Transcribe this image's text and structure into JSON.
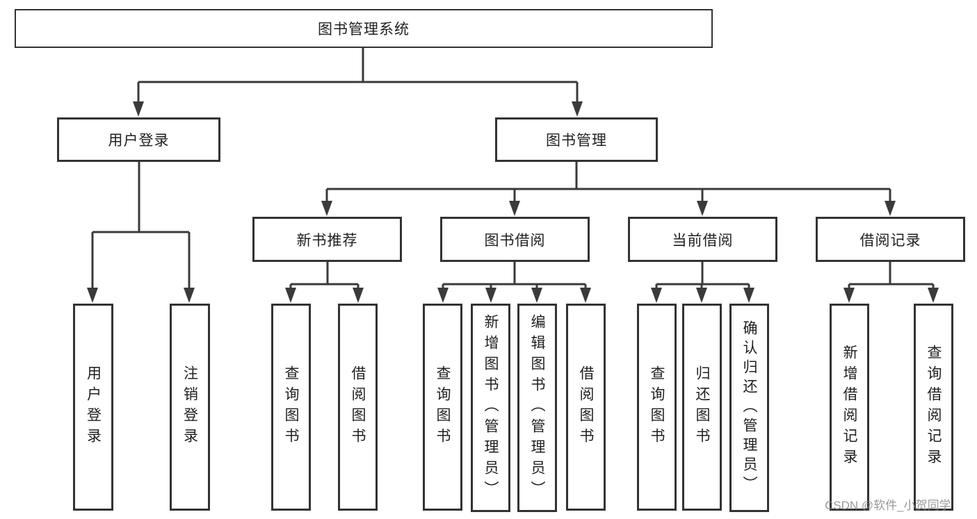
{
  "diagram": {
    "root": {
      "label": "图书管理系统",
      "children": [
        {
          "label": "用户登录",
          "children": [
            {
              "label": "用户登录"
            },
            {
              "label": "注销登录"
            }
          ]
        },
        {
          "label": "图书管理",
          "children": [
            {
              "label": "新书推荐",
              "children": [
                {
                  "label": "查询图书"
                },
                {
                  "label": "借阅图书"
                }
              ]
            },
            {
              "label": "图书借阅",
              "children": [
                {
                  "label": "查询图书"
                },
                {
                  "label": "新增图书（管理员）"
                },
                {
                  "label": "编辑图书（管理员）"
                },
                {
                  "label": "借阅图书"
                }
              ]
            },
            {
              "label": "当前借阅",
              "children": [
                {
                  "label": "查询图书"
                },
                {
                  "label": "归还图书"
                },
                {
                  "label": "确认归还（管理员）"
                }
              ]
            },
            {
              "label": "借阅记录",
              "children": [
                {
                  "label": "新增借阅记录"
                },
                {
                  "label": "查询借阅记录"
                }
              ]
            }
          ]
        }
      ]
    },
    "colors": {
      "line": "#3a3a3a",
      "border": "#333333",
      "text": "#1f1f1f",
      "watermark_text": "#878787",
      "background": "#ffffff"
    }
  },
  "watermark": {
    "text": "CSDN @软件_小贺同学"
  }
}
